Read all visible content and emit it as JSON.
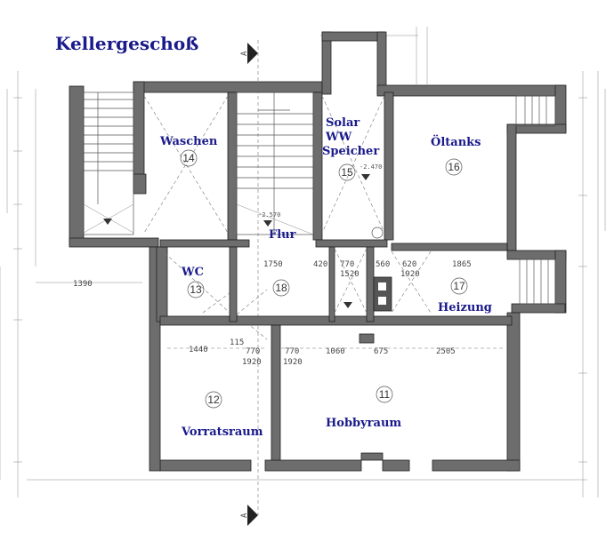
{
  "title": "Kellergeschoß",
  "section_marker": "A",
  "rooms": [
    {
      "id": "waschen",
      "label": "Waschen",
      "number": "14"
    },
    {
      "id": "solar",
      "label_lines": [
        "Solar",
        "WW",
        "Speicher"
      ],
      "number": "15"
    },
    {
      "id": "oeltanks",
      "label": "Öltanks",
      "number": "16"
    },
    {
      "id": "flur",
      "label": "Flur",
      "number": "18"
    },
    {
      "id": "wc",
      "label": "WC",
      "number": "13"
    },
    {
      "id": "heizung",
      "label": "Heizung",
      "number": "17"
    },
    {
      "id": "vorratsraum",
      "label": "Vorratsraum",
      "number": "12"
    },
    {
      "id": "hobbyraum",
      "label": "Hobbyraum",
      "number": "11"
    }
  ],
  "dimensions": {
    "flur_width": "1750",
    "d420": "420",
    "d770_a": "770",
    "d1520": "1520",
    "d560": "560",
    "d620": "620",
    "d1920_a": "1920",
    "d1865": "1865",
    "d1440": "1440",
    "d115": "115",
    "d770_b": "770",
    "d1920_b": "1920",
    "d770_c": "770",
    "d1920_c": "1920",
    "d1060": "1060",
    "d675": "675",
    "d2505": "2505",
    "d1390": "1390",
    "d2570": "-2.570",
    "d2470": "-2.470"
  }
}
